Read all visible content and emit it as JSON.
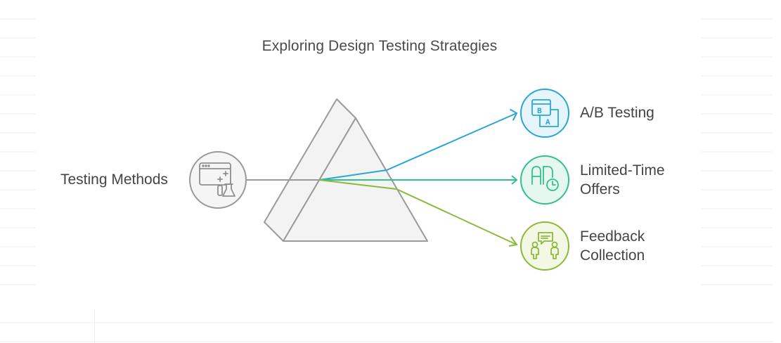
{
  "diagram": {
    "title": "Exploring Design Testing Strategies",
    "source": {
      "label": "Testing Methods",
      "icon": "browser-lab-flask-icon",
      "color": "#9a9a9a"
    },
    "prism": {
      "fill": "#f3f3f3",
      "stroke": "#9a9a9a"
    },
    "outputs": [
      {
        "label": "A/B Testing",
        "icon": "ab-test-windows-icon",
        "icon_letters": [
          "B",
          "A"
        ],
        "color": "#2aa6d5",
        "fill": "#e6f5fb"
      },
      {
        "label": "Limited-Time\nOffers",
        "icon": "ad-clock-icon",
        "icon_letters": [
          "AD"
        ],
        "color": "#34c08a",
        "fill": "#e5f7ee"
      },
      {
        "label": "Feedback\nCollection",
        "icon": "two-people-chat-icon",
        "color": "#8db93a",
        "fill": "#f2f8e4"
      }
    ]
  }
}
